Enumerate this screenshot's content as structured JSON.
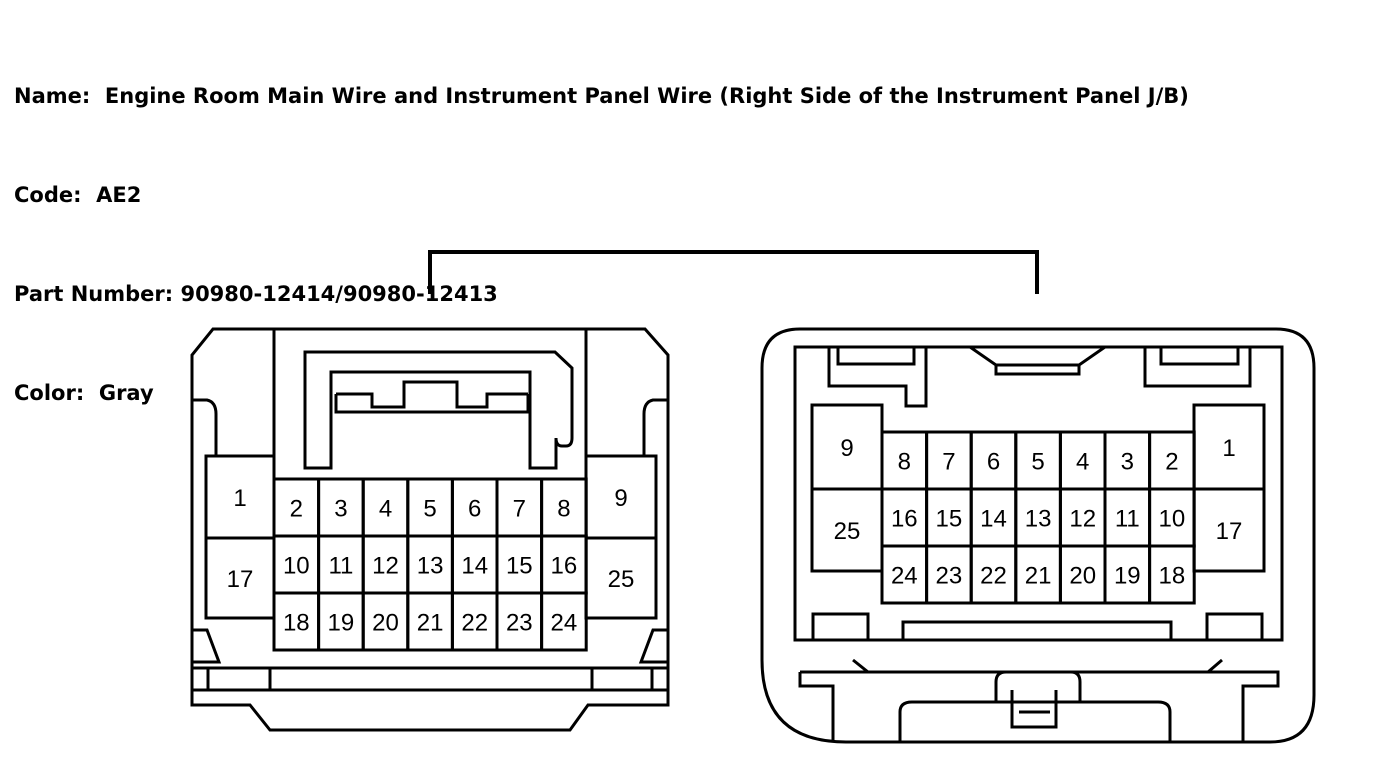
{
  "header": {
    "name_label": "Name:",
    "name_value": "Engine Room Main Wire and Instrument Panel Wire (Right Side of the Instrument Panel J/B)",
    "code_label": "Code:",
    "code_value": "AE2",
    "part_label": "Part Number:",
    "part_value": "90980-12414/90980-12413",
    "color_label": "Color:",
    "color_value": "Gray"
  },
  "connectors": {
    "left": {
      "side_top": [
        "1",
        "9"
      ],
      "side_bottom": [
        "17",
        "25"
      ],
      "rows": [
        [
          "2",
          "3",
          "4",
          "5",
          "6",
          "7",
          "8"
        ],
        [
          "10",
          "11",
          "12",
          "13",
          "14",
          "15",
          "16"
        ],
        [
          "18",
          "19",
          "20",
          "21",
          "22",
          "23",
          "24"
        ]
      ]
    },
    "right": {
      "side_top": [
        "9",
        "1"
      ],
      "side_bottom": [
        "25",
        "17"
      ],
      "rows": [
        [
          "8",
          "7",
          "6",
          "5",
          "4",
          "3",
          "2"
        ],
        [
          "16",
          "15",
          "14",
          "13",
          "12",
          "11",
          "10"
        ],
        [
          "24",
          "23",
          "22",
          "21",
          "20",
          "19",
          "18"
        ]
      ]
    }
  }
}
